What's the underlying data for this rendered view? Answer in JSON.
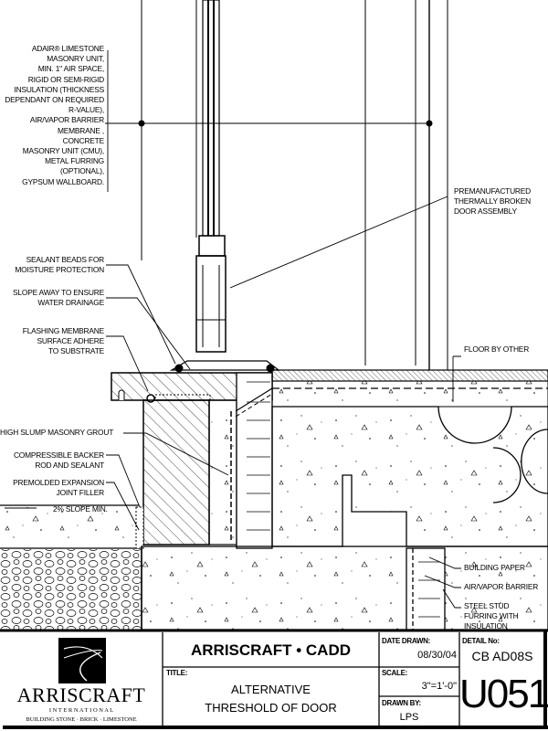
{
  "annotations": {
    "wall_assembly": "ADAIR® LIMESTONE\nMASONRY UNIT,\nMIN. 1\" AIR SPACE,\nRIGID OR SEMI-RIGID\nINSULATION (THICKNESS\nDEPENDANT ON REQUIRED\nR-VALUE),\nAIR/VAPOR BARRIER\nMEMBRANE ,\nCONCRETE\nMASONRY UNIT (CMU),\nMETAL FURRING (OPTIONAL),\nGYPSUM WALLBOARD.",
    "door_assembly": "PREMANUFACTURED\nTHERMALLY BROKEN\nDOOR ASSEMBLY",
    "sealant_beads": "SEALANT BEADS FOR\nMOISTURE PROTECTION",
    "slope_away": "SLOPE AWAY TO ENSURE\nWATER DRAINAGE",
    "flashing": "FLASHING MEMBRANE\nSURFACE ADHERE\nTO SUBSTRATE",
    "floor": "FLOOR BY OTHER",
    "grout": "HIGH SLUMP MASONRY GROUT",
    "backer_rod": "COMPRESSIBLE BACKER\nROD AND SEALANT",
    "expansion_joint": "PREMOLDED EXPANSION\nJOINT FILLER",
    "slope_min": "2% SLOPE MIN.",
    "building_paper": "BUILDING PAPER",
    "air_vapor": "AIR/VAPOR BARRIER",
    "steel_stud": "STEEL STUD\nFURRING WITH\nINSULATION"
  },
  "title_block": {
    "logo_name": "ARRISCRAFT",
    "logo_sub": "I N T E R N A T I O N A L",
    "logo_tagline": "BUILDING STONE · BRICK · LIMESTONE",
    "company": "ARRISCRAFT • CADD",
    "title_label": "TITLE:",
    "title": "ALTERNATIVE\nTHRESHOLD OF DOOR",
    "date_label": "DATE DRAWN:",
    "date": "08/30/04",
    "scale_label": "SCALE:",
    "scale": "3\"=1'-0\"",
    "drawn_by_label": "DRAWN BY:",
    "drawn_by": "LPS",
    "detail_label": "DETAIL No:",
    "detail_code": "CB AD08S",
    "detail_number": "U051"
  }
}
